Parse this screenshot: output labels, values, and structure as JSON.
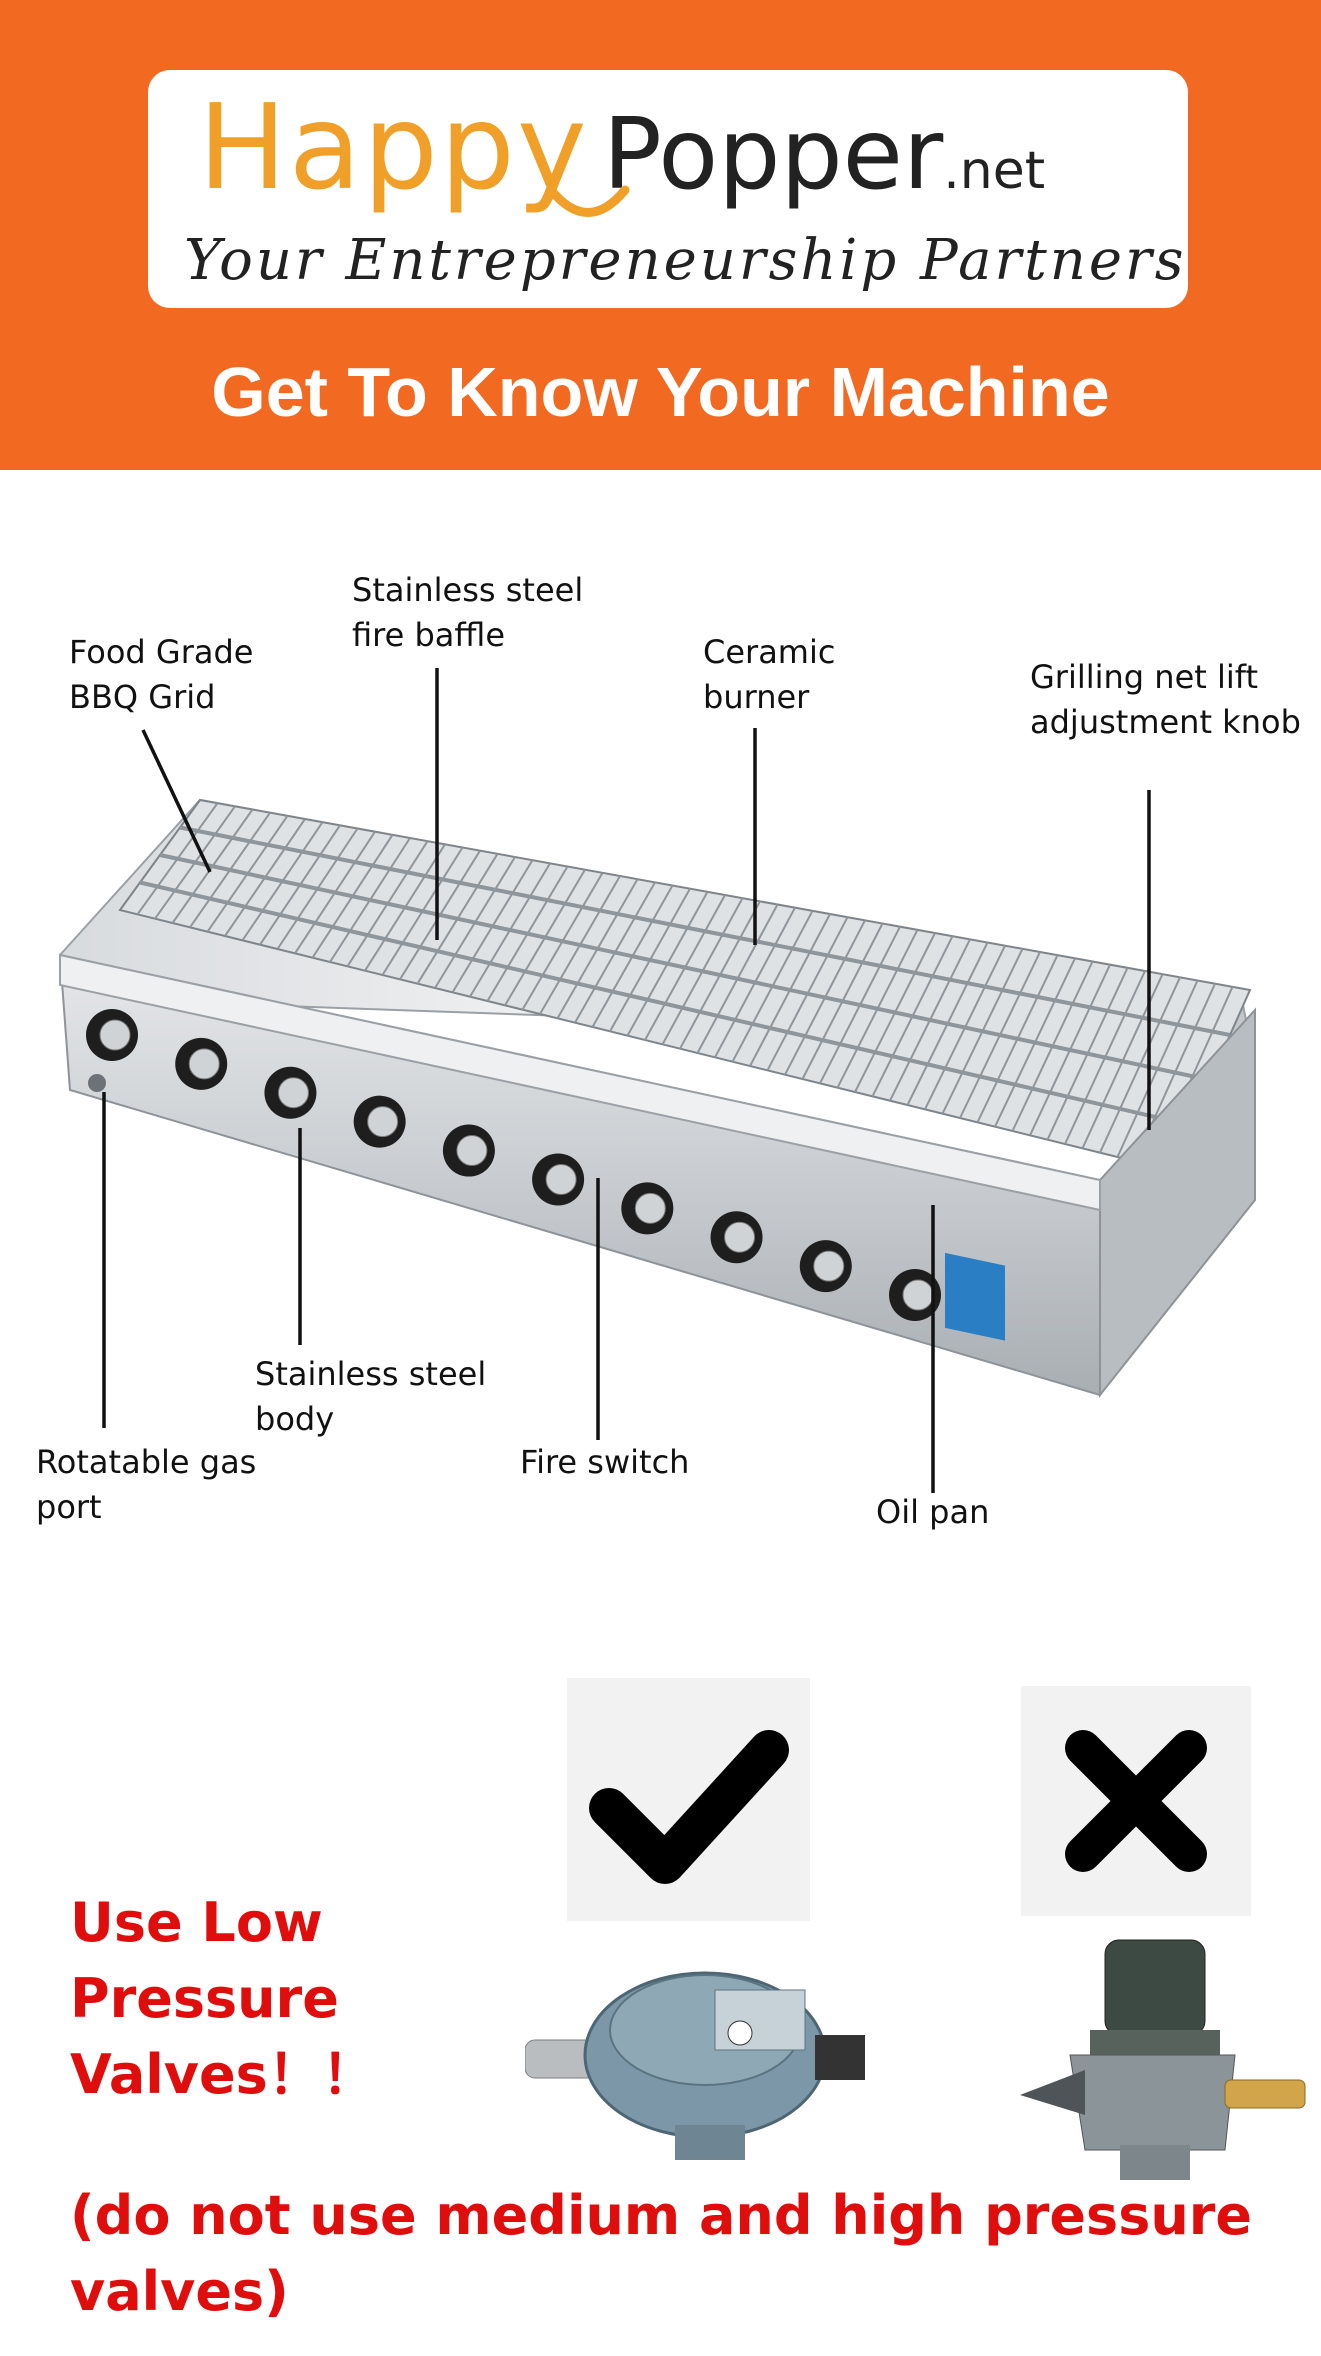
{
  "header": {
    "logo_happy": "Happy",
    "logo_popper": "Popper",
    "logo_net": ".net",
    "tagline": "Your Entrepreneurship Partners",
    "title": "Get To Know Your Machine",
    "background_color": "#f26a21",
    "logo_orange": "#f0a028"
  },
  "diagram": {
    "labels": {
      "grid": [
        "Food Grade",
        "BBQ Grid"
      ],
      "baffle": [
        "Stainless steel",
        "fire baffle"
      ],
      "burner": [
        "Ceramic",
        "burner"
      ],
      "knob": [
        "Grilling net lift",
        "adjustment knob"
      ],
      "body": [
        "Stainless steel",
        "body"
      ],
      "gas_port": [
        "Rotatable gas",
        "port"
      ],
      "fire_switch": "Fire switch",
      "oil_pan": "Oil pan"
    },
    "burner_count": 10
  },
  "valves": {
    "ok_icon": "check-icon",
    "bad_icon": "cross-icon",
    "warning_main": "Use Low Pressure Valves！！",
    "warning_sub": "(do not use medium and high pressure valves)",
    "warning_color": "#e00d0d"
  }
}
